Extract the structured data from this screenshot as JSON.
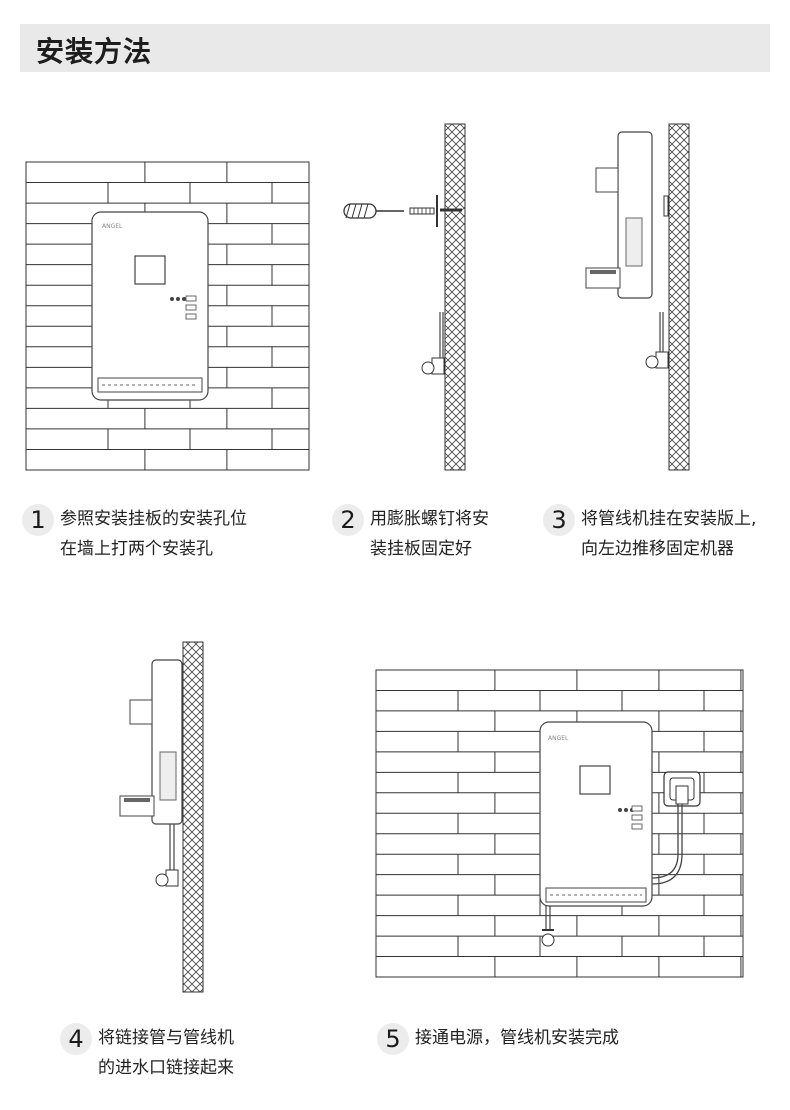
{
  "title": "安装方法",
  "steps": [
    {
      "num": "1",
      "line1": "参照安装挂板的安装孔位",
      "line2": "在墙上打两个安装孔"
    },
    {
      "num": "2",
      "line1": "用膨胀螺钉将安",
      "line2": "装挂板固定好"
    },
    {
      "num": "3",
      "line1": "将管线机挂在安装版上,",
      "line2": "向左边推移固定机器"
    },
    {
      "num": "4",
      "line1": "将链接管与管线机",
      "line2": "的进水口链接起来"
    },
    {
      "num": "5",
      "line1": "接通电源，管线机安装完成",
      "line2": ""
    }
  ],
  "device": {
    "brand": "ANGEL",
    "panel_labels": [
      "",
      "",
      ""
    ]
  },
  "colors": {
    "header_bg": "#e9e9e9",
    "line": "#3a3a3a",
    "badge_bg": "#ececec"
  }
}
